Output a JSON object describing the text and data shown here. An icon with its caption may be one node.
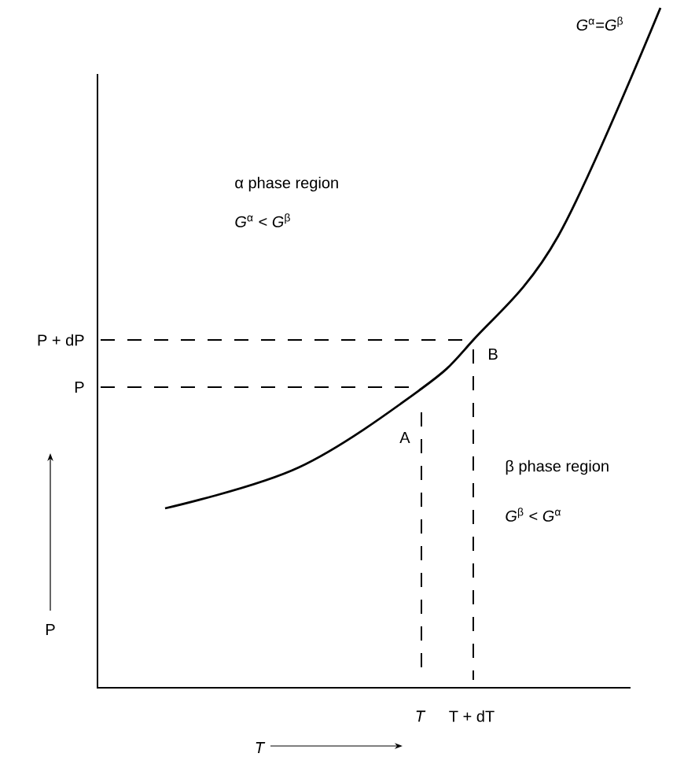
{
  "diagram": {
    "labels": [
      "*G*$^{α}$=*G*$^{β}$",
      "α phase region",
      "*G*$^{α}$ < *G*$^{β}$",
      "P + dP",
      "P",
      "A",
      "B",
      "β phase region",
      "*G*$^{β}$ < *G*$^{α}$",
      "P",
      "T",
      "T + dT",
      "T"
    ]
  }
}
